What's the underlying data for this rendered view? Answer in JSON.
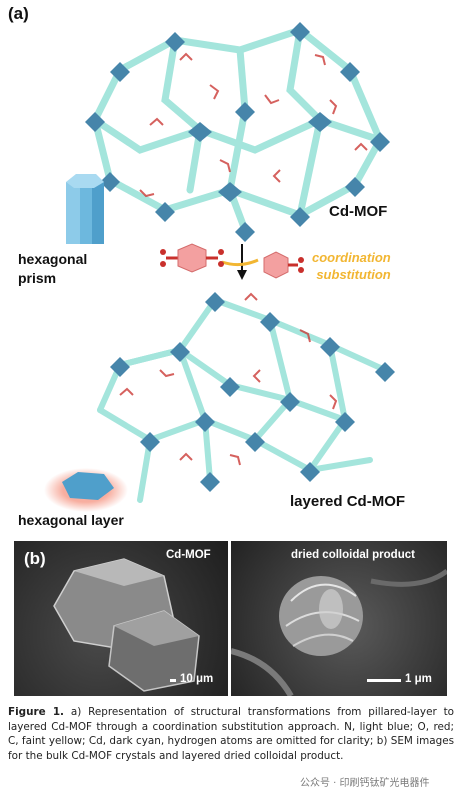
{
  "panel_a": {
    "label": "(a)",
    "top_structure_label": "Cd-MOF",
    "prism_label": "hexagonal\nprism",
    "substitution_label": "coordination\nsubstitution",
    "bottom_structure_label": "layered Cd-MOF",
    "layer_label": "hexagonal layer"
  },
  "panel_b": {
    "label": "(b)",
    "left_image_label": "Cd-MOF",
    "left_scale": "10 μm",
    "right_image_label": "dried colloidal product",
    "right_scale": "1 μm"
  },
  "caption": {
    "figure_label": "Figure 1.",
    "text": "a) Representation of structural transformations from pillared-layer to layered Cd-MOF through a coordination substitution approach. N, light blue; O, red; C, faint yellow; Cd, dark cyan, hydrogen atoms are omitted for clarity; b) SEM images for the bulk Cd-MOF crystals and layered dried colloidal product."
  },
  "watermark": "公众号 · 印刷钙钛矿光电器件",
  "colors": {
    "cd_dark_cyan": "#3d7fa6",
    "ligand_cyan": "#7fd8cf",
    "oxygen_red": "#c9302c",
    "prism_blue": "#6db8de",
    "layer_glow": "#f6a08f",
    "substitution_text": "#f2b632"
  }
}
